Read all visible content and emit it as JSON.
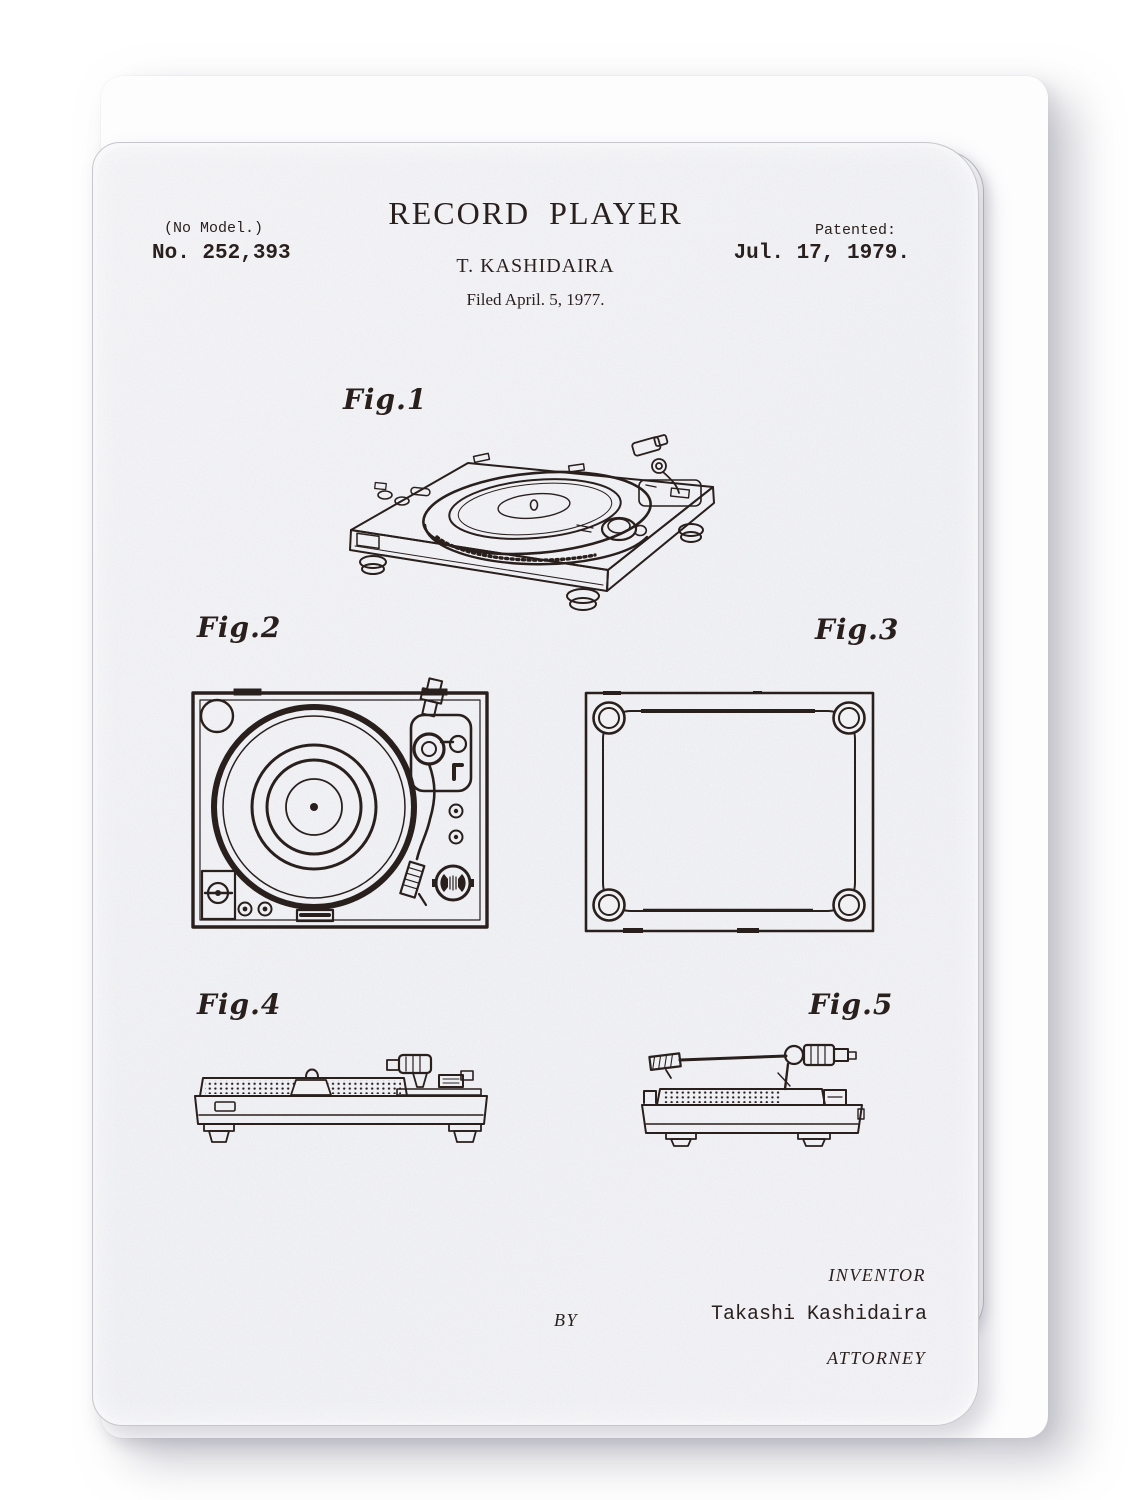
{
  "card": {
    "header": {
      "no_model": "(No Model.)",
      "patent_number": "No. 252,393",
      "title": "RECORD PLAYER",
      "inventor_caps": "T. KASHIDAIRA",
      "filed": "Filed April. 5, 1977.",
      "patented_label": "Patented:",
      "patented_date": "Jul. 17, 1979."
    },
    "figures": [
      {
        "label": "Fig.1"
      },
      {
        "label": "Fig.2"
      },
      {
        "label": "Fig.3"
      },
      {
        "label": "Fig.4"
      },
      {
        "label": "Fig.5"
      }
    ],
    "footer": {
      "inventor_label": "INVENTOR",
      "by_label": "BY",
      "inventor_name": "Takashi Kashidaira",
      "attorney_label": "ATTORNEY"
    },
    "colors": {
      "ink": "#291f1d",
      "card_background": "#f1f1f5",
      "backdrop": "#ffffff"
    }
  }
}
